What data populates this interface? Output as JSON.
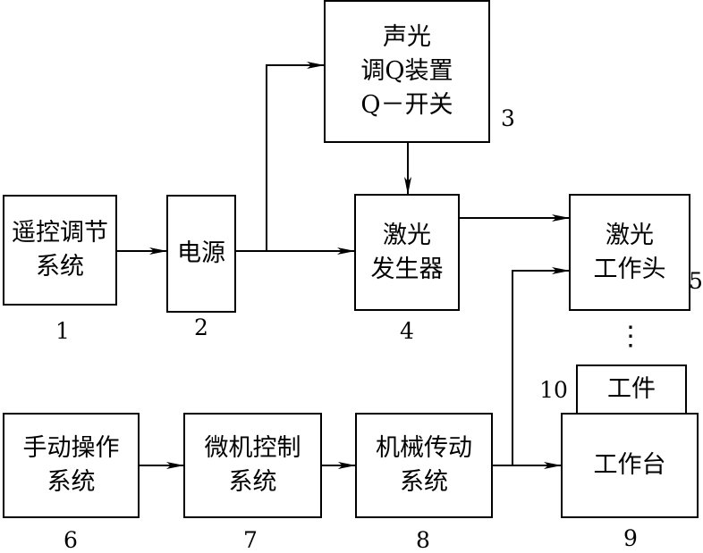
{
  "blocks": {
    "remote": {
      "lines": [
        "遥控调节",
        "系统"
      ],
      "number": "1"
    },
    "power": {
      "lines": [
        "电源"
      ],
      "number": "2"
    },
    "aoq": {
      "lines": [
        "声光",
        "调Q装置",
        "Q－开关"
      ],
      "number": "3"
    },
    "laser_gen": {
      "lines": [
        "激光",
        "发生器"
      ],
      "number": "4"
    },
    "laser_head": {
      "lines": [
        "激光",
        "工作头"
      ],
      "number": "5"
    },
    "manual": {
      "lines": [
        "手动操作",
        "系统"
      ],
      "number": "6"
    },
    "micro": {
      "lines": [
        "微机控制",
        "系统"
      ],
      "number": "7"
    },
    "mech": {
      "lines": [
        "机械传动",
        "系统"
      ],
      "number": "8"
    },
    "table": {
      "lines": [
        "工作台"
      ],
      "number": "9"
    },
    "workpiece": {
      "lines": [
        "工件"
      ],
      "number": "10"
    }
  },
  "ellipsis": "⋮"
}
